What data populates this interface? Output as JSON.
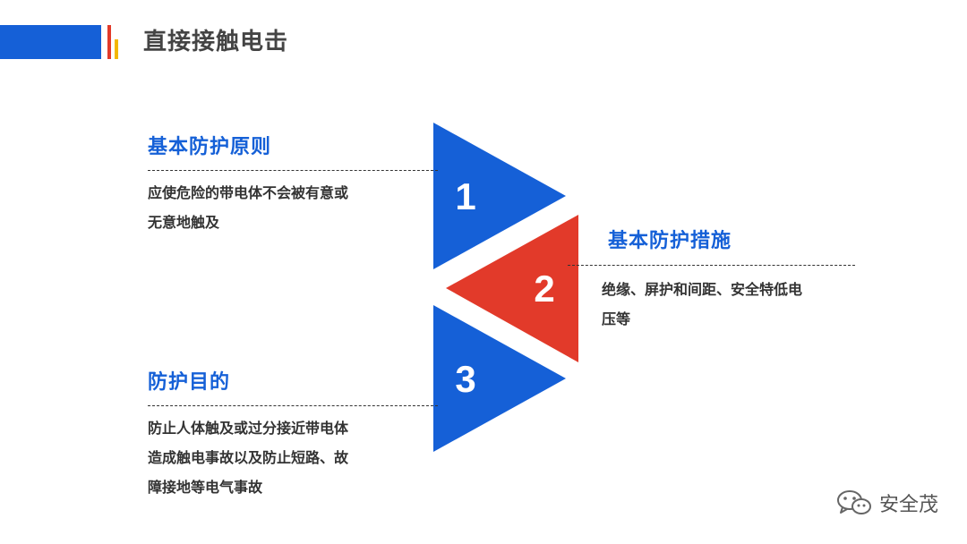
{
  "header": {
    "title": "直接接触电击",
    "colors": {
      "accent_blue": "#1560d7",
      "accent_red": "#e23a2a",
      "accent_yellow": "#f3b700"
    }
  },
  "diagram": {
    "colors": {
      "blue": "#1560d7",
      "red": "#e23a2a"
    },
    "items": [
      {
        "number": "1",
        "title": "基本防护原则",
        "body_lines": [
          "应使危险的带电体不会被有意或",
          "无意地触及"
        ]
      },
      {
        "number": "2",
        "title": "基本防护措施",
        "body_lines": [
          "绝缘、屏护和间距、安全特低电",
          "压等"
        ]
      },
      {
        "number": "3",
        "title": "防护目的",
        "body_lines": [
          "防止人体触及或过分接近带电体",
          "造成触电事故以及防止短路、故",
          "障接地等电气事故"
        ]
      }
    ]
  },
  "watermark": {
    "text": "安全茂",
    "icon": "wechat-icon"
  }
}
